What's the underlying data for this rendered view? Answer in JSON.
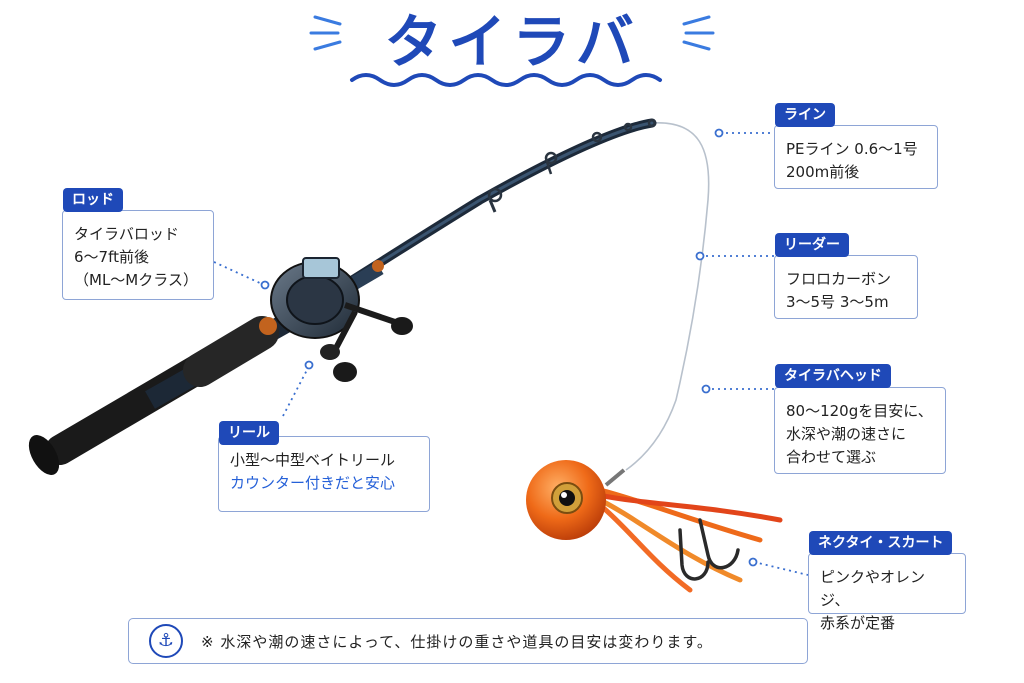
{
  "title": "タイラバ",
  "colors": {
    "accent": "#1f49b8",
    "highlight": "#2560d8",
    "border": "#8ea5d6",
    "lure": "#ee6a1a"
  },
  "callouts": {
    "rod": {
      "tag": "ロッド",
      "lines": [
        "タイラバロッド",
        "6〜7ft前後",
        "（ML〜Mクラス）"
      ]
    },
    "line": {
      "tag": "ライン",
      "lines": [
        "PEライン 0.6〜1号",
        "200m前後"
      ]
    },
    "leader": {
      "tag": "リーダー",
      "lines": [
        "フロロカーボン",
        "3〜5号 3〜5m"
      ]
    },
    "head": {
      "tag": "タイラバヘッド",
      "lines": [
        "80〜120gを目安に、",
        "水深や潮の速さに",
        "合わせて選ぶ"
      ]
    },
    "reel": {
      "tag": "リール",
      "lines": [
        "小型〜中型ベイトリール"
      ],
      "accent": "カウンター付きだと安心"
    },
    "skirt": {
      "tag": "ネクタイ・スカート",
      "lines": [
        "ピンクやオレンジ、",
        "赤系が定番"
      ]
    }
  },
  "note": {
    "icon": "anchor-icon",
    "text": "※ 水深や潮の速さによって、仕掛けの重さや道具の目安は変わります。"
  }
}
